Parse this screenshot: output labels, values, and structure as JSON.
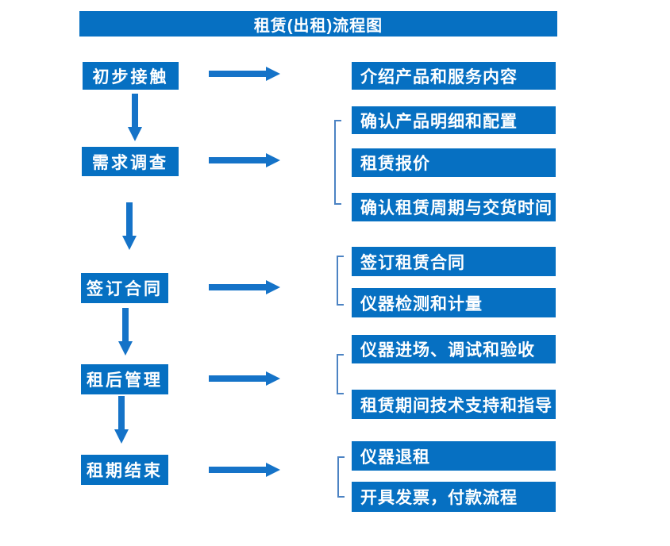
{
  "title": "租赁(出租)流程图",
  "colors": {
    "box_fill": "#0670C2",
    "text": "#FFFFFF",
    "arrow": "#1573C8",
    "bracket": "#4C83C3",
    "background": "#FFFFFF"
  },
  "steps": [
    {
      "label": "初步接触",
      "outputs": [
        "介绍产品和服务内容"
      ]
    },
    {
      "label": "需求调查",
      "outputs": [
        "确认产品明细和配置",
        "租赁报价",
        "确认租赁周期与交货时间"
      ]
    },
    {
      "label": "签订合同",
      "outputs": [
        "签订租赁合同",
        "仪器检测和计量"
      ]
    },
    {
      "label": "租后管理",
      "outputs": [
        "仪器进场、调试和验收",
        "租赁期间技术支持和指导"
      ]
    },
    {
      "label": "租期结束",
      "outputs": [
        "仪器退租",
        "开具发票，付款流程"
      ]
    }
  ]
}
